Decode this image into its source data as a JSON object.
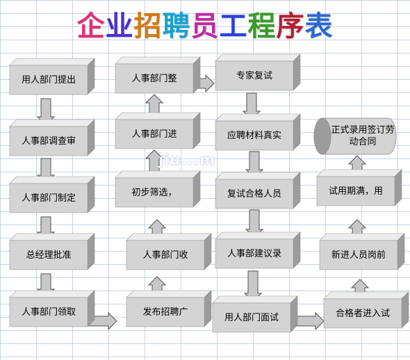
{
  "title": "企业招聘员工程序表",
  "title_colors": [
    "#e0307a",
    "#4b2fd0",
    "#d07a10",
    "#1aa0d0",
    "#c02aa0",
    "#2a40e0",
    "#3a9a2a",
    "#b02030",
    "#2a6ad0"
  ],
  "watermark": "jiu...m",
  "columns": [
    {
      "steps": [
        {
          "id": "c1s1",
          "label": "用人部门提出"
        },
        {
          "id": "c1s2",
          "label": "人事部调查审"
        },
        {
          "id": "c1s3",
          "label": "人事部门制定"
        },
        {
          "id": "c1s4",
          "label": "总经理批准"
        },
        {
          "id": "c1s5",
          "label": "人事部门领取"
        }
      ]
    },
    {
      "steps": [
        {
          "id": "c2s1",
          "label": "发布招聘广"
        },
        {
          "id": "c2s2",
          "label": "人事部门收"
        },
        {
          "id": "c2s3",
          "label": "初步筛选，"
        },
        {
          "id": "c2s4",
          "label": "人事部门进"
        },
        {
          "id": "c2s5",
          "label": "人事部门整"
        }
      ]
    },
    {
      "steps": [
        {
          "id": "c3s1",
          "label": "专家复试"
        },
        {
          "id": "c3s2",
          "label": "应聘材料真实"
        },
        {
          "id": "c3s3",
          "label": "复试合格人员"
        },
        {
          "id": "c3s4",
          "label": "人事部建议录"
        },
        {
          "id": "c3s5",
          "label": "用人部门面试"
        }
      ]
    },
    {
      "steps": [
        {
          "id": "c4s1",
          "label": "合格者进入试"
        },
        {
          "id": "c4s2",
          "label": "新进人员岗前"
        },
        {
          "id": "c4s3",
          "label": "试用期满，用"
        },
        {
          "id": "c4s4",
          "label": "正式录用签订劳动合同"
        }
      ]
    }
  ],
  "colors": {
    "box_front": "#d4d4d4",
    "box_top": "#ececec",
    "box_side": "#9c9c9c",
    "arrow_fill": "#c8c8c8",
    "arrow_stroke": "#555555"
  }
}
